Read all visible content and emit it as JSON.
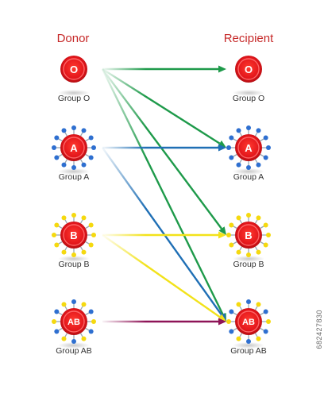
{
  "headers": {
    "donor": "Donor",
    "recipient": "Recipient"
  },
  "groups": [
    {
      "letter": "O",
      "label": "Group O",
      "antigen": "none"
    },
    {
      "letter": "A",
      "label": "Group A",
      "antigen": "A"
    },
    {
      "letter": "B",
      "label": "Group B",
      "antigen": "B"
    },
    {
      "letter": "AB",
      "label": "Group AB",
      "antigen": "AB"
    }
  ],
  "arrows": [
    {
      "from": 0,
      "to": 0,
      "color": "#1e9a4a"
    },
    {
      "from": 0,
      "to": 1,
      "color": "#1e9a4a"
    },
    {
      "from": 0,
      "to": 2,
      "color": "#1e9a4a"
    },
    {
      "from": 0,
      "to": 3,
      "color": "#1e9a4a"
    },
    {
      "from": 1,
      "to": 1,
      "color": "#1f6fb5"
    },
    {
      "from": 1,
      "to": 3,
      "color": "#1f6fb5"
    },
    {
      "from": 2,
      "to": 2,
      "color": "#f2e21a"
    },
    {
      "from": 2,
      "to": 3,
      "color": "#f2e21a"
    },
    {
      "from": 3,
      "to": 3,
      "color": "#8e1457"
    }
  ],
  "colors": {
    "cell": "#e3161b",
    "cell_rim": "#ff6f6f",
    "antigen_a": "#2e6fd0",
    "antigen_b": "#f5d90f",
    "stem": "#9aa7b3"
  },
  "side_tag": "682427830"
}
